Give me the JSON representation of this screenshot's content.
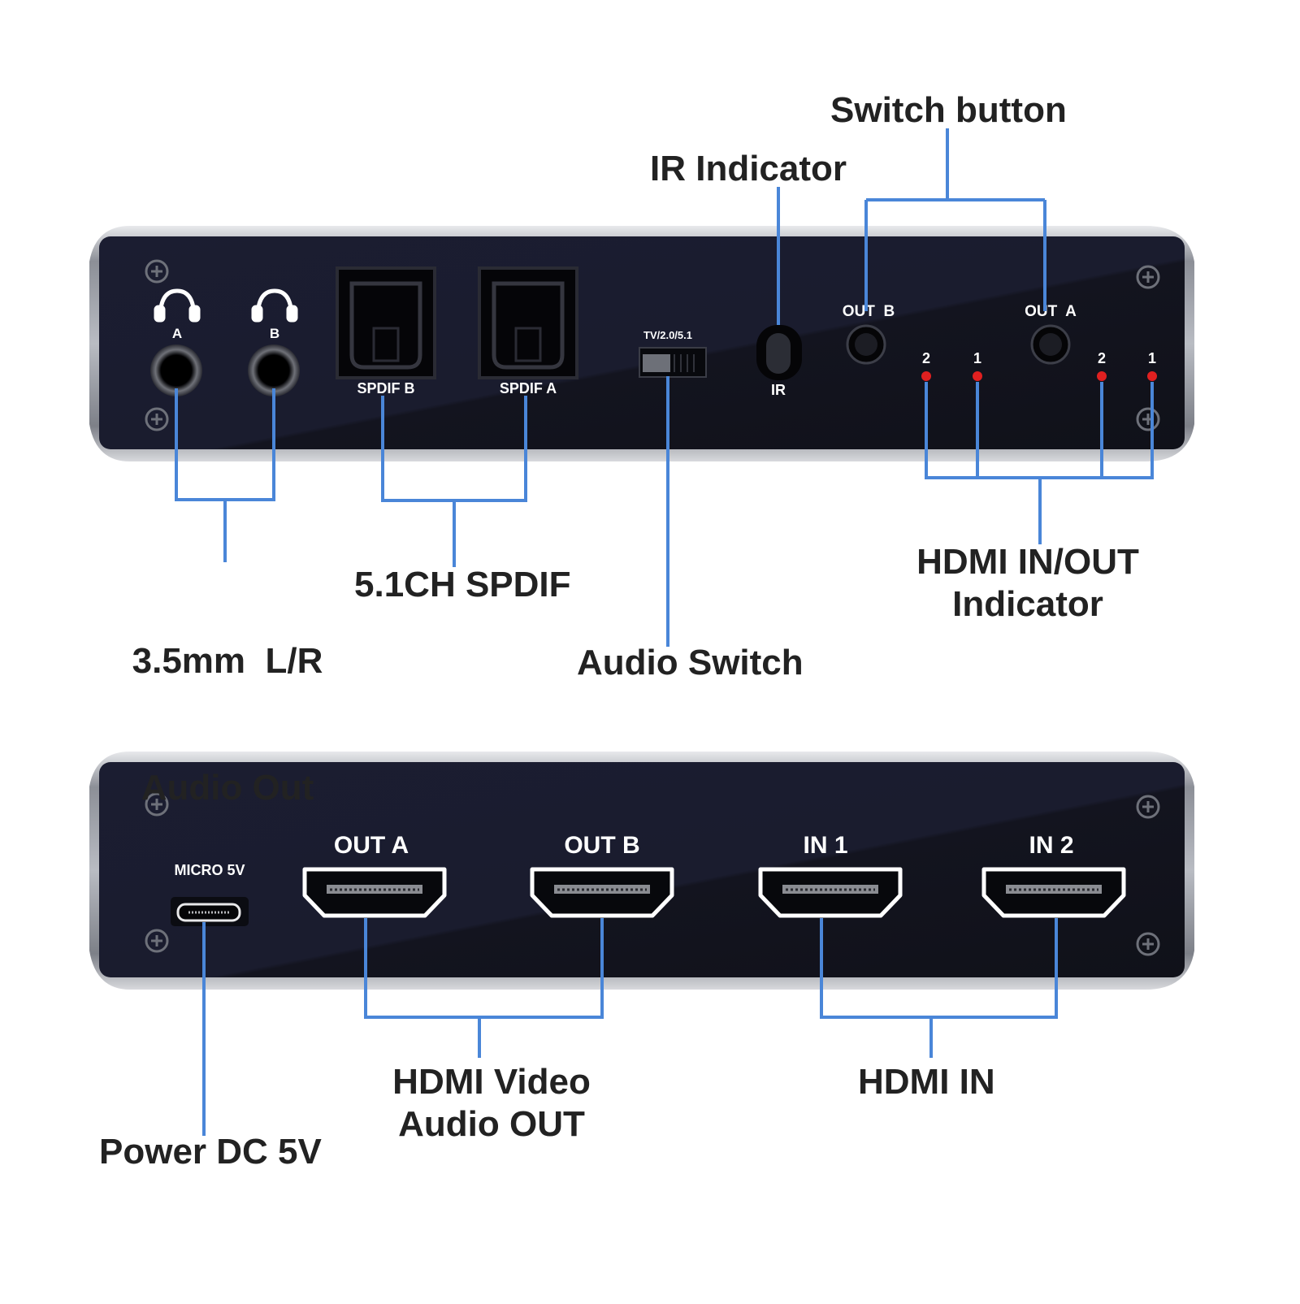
{
  "colors": {
    "leader": "#4a86d8",
    "panel": "#181a2b",
    "frame": "#9a9ca3",
    "led": "#e02020",
    "port_label": "#ffffff"
  },
  "top_panel": {
    "jacks": [
      {
        "label": "A",
        "icon": "headphones-icon"
      },
      {
        "label": "B",
        "icon": "headphones-icon"
      }
    ],
    "spdif": [
      "SPDIF B",
      "SPDIF A"
    ],
    "audio_switch_label": "TV/2.0/5.1",
    "ir_label": "IR",
    "buttons": [
      "OUT  B",
      "OUT  A"
    ],
    "led_labels": [
      "2",
      "1",
      "2",
      "1"
    ]
  },
  "bottom_panel": {
    "power_label": "MICRO 5V",
    "hdmi_ports": [
      "OUT A",
      "OUT B",
      "IN 1",
      "IN 2"
    ]
  },
  "callouts": {
    "switch_button": "Switch button",
    "ir_indicator": "IR Indicator",
    "audio_out": [
      "3.5mm  L/R",
      "Audio Out"
    ],
    "spdif": "5.1CH SPDIF",
    "audio_switch": "Audio Switch",
    "hdmi_indicator": [
      "HDMI IN/OUT",
      "Indicator"
    ],
    "hdmi_video_out": [
      "HDMI Video",
      "Audio OUT"
    ],
    "hdmi_in": "HDMI IN",
    "power": "Power DC 5V"
  }
}
